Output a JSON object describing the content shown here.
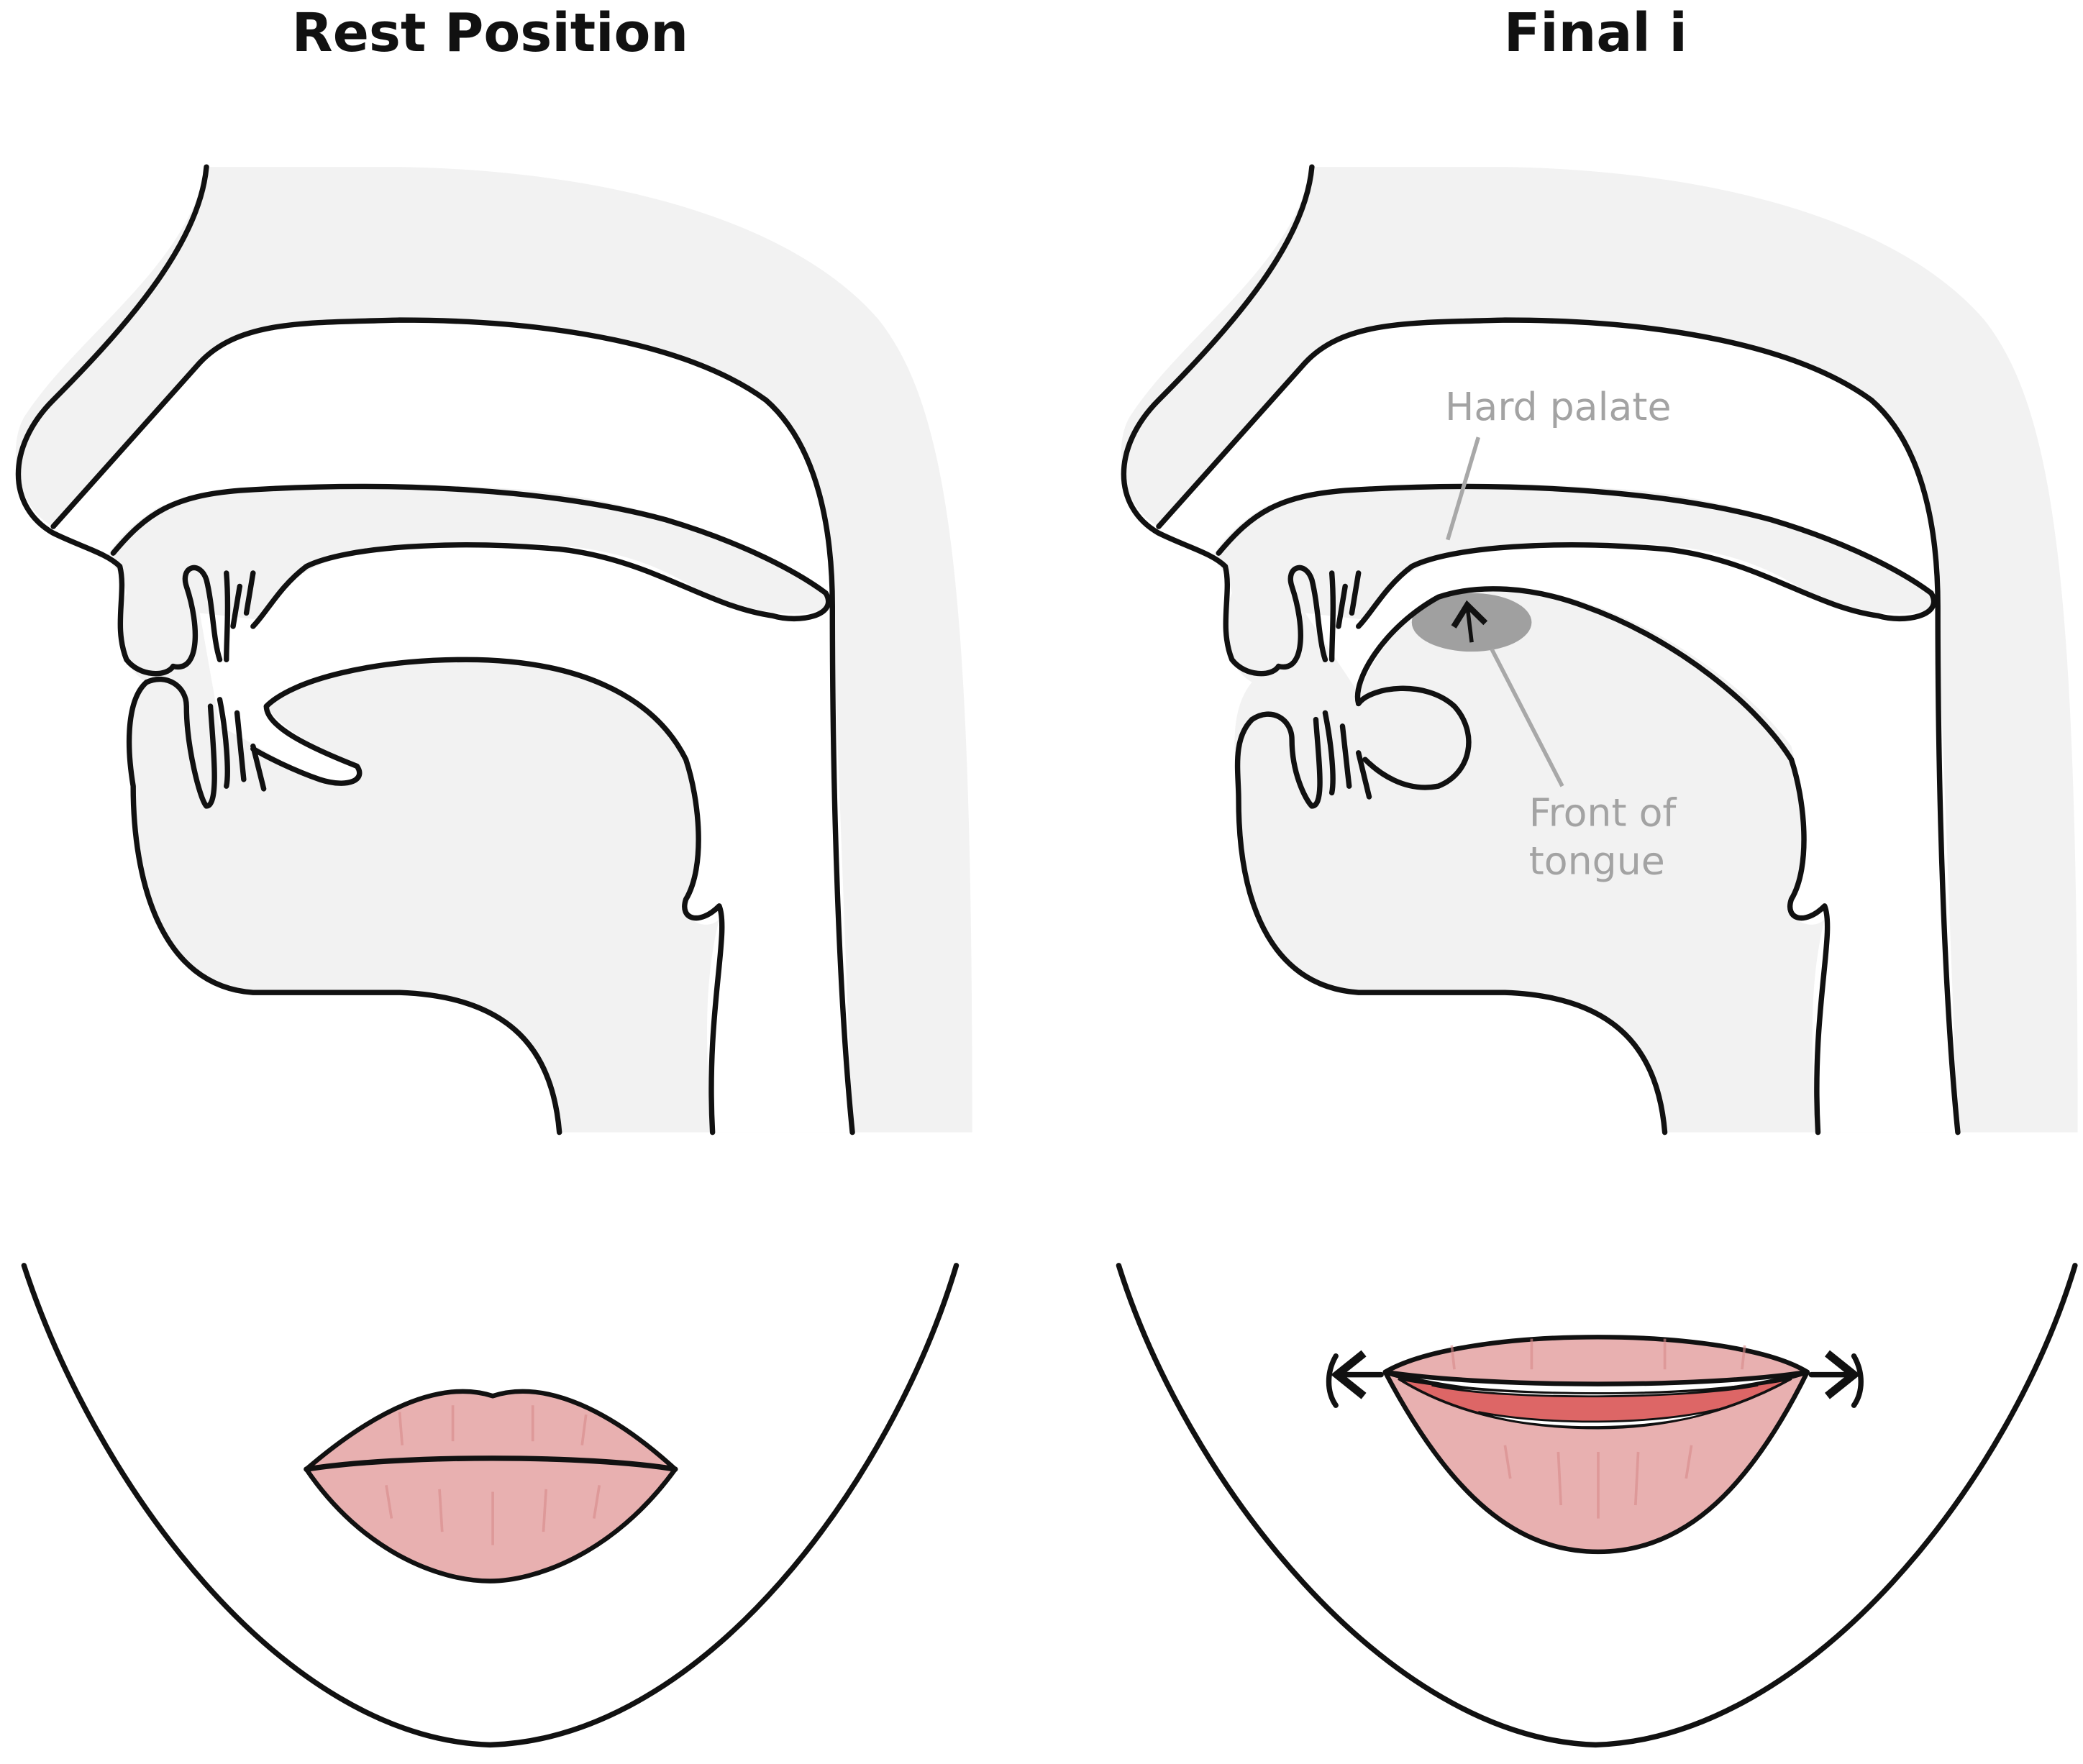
{
  "panels": [
    {
      "title": "Rest Position"
    },
    {
      "title": "Final i",
      "labels": {
        "hard_palate": "Hard palate",
        "front_of_tongue_line1": "Front of",
        "front_of_tongue_line2": "tongue"
      }
    }
  ],
  "colors": {
    "tissue": "#f2f2f2",
    "lip": "#e8b0b0",
    "highlight": "#a0a0a0",
    "label": "#a3a3a3"
  }
}
